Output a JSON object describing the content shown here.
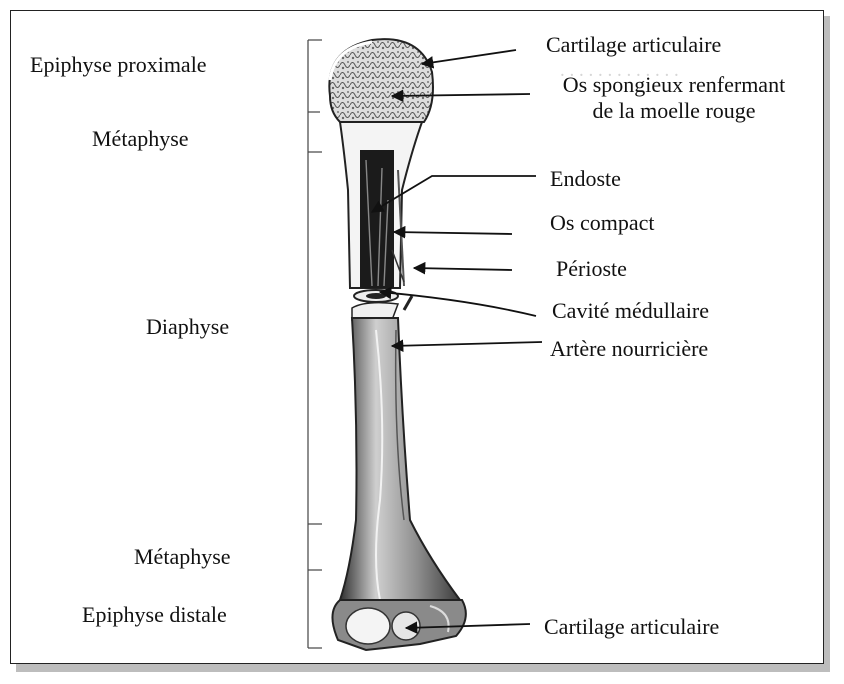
{
  "regions": {
    "epiphyse_proximale": "Epiphyse proximale",
    "metaphyse_top": "Métaphyse",
    "diaphyse": "Diaphyse",
    "metaphyse_bottom": "Métaphyse",
    "epiphyse_distale": "Epiphyse distale"
  },
  "structures": {
    "cartilage_top": "Cartilage articulaire",
    "os_spongieux_line1": "Os spongieux renfermant",
    "os_spongieux_line2": "de la moelle rouge",
    "endoste": "Endoste",
    "os_compact": "Os compact",
    "perioste": "Périoste",
    "cavite": "Cavité médullaire",
    "artere": "Artère nourricière",
    "cartilage_bottom": "Cartilage articulaire"
  }
}
